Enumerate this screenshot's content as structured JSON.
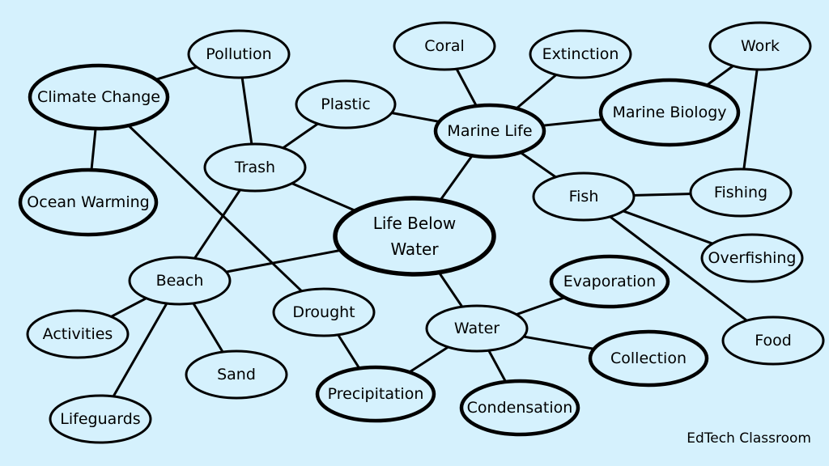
{
  "colors": {
    "background": "#d5f1fd",
    "stroke": "#000000"
  },
  "central_topic": "Life Below Water",
  "nodes": [
    {
      "id": "life-below-water",
      "label": "Life Below Water",
      "lines": [
        "Life Below",
        "Water"
      ],
      "emphasis": "center"
    },
    {
      "id": "climate-change",
      "label": "Climate Change",
      "emphasis": "bold"
    },
    {
      "id": "pollution",
      "label": "Pollution",
      "emphasis": "normal"
    },
    {
      "id": "ocean-warming",
      "label": "Ocean Warming",
      "emphasis": "bold"
    },
    {
      "id": "trash",
      "label": "Trash",
      "emphasis": "normal"
    },
    {
      "id": "plastic",
      "label": "Plastic",
      "emphasis": "normal"
    },
    {
      "id": "coral",
      "label": "Coral",
      "emphasis": "normal"
    },
    {
      "id": "extinction",
      "label": "Extinction",
      "emphasis": "normal"
    },
    {
      "id": "marine-life",
      "label": "Marine Life",
      "emphasis": "bold"
    },
    {
      "id": "work",
      "label": "Work",
      "emphasis": "normal"
    },
    {
      "id": "marine-biology",
      "label": "Marine Biology",
      "emphasis": "bold"
    },
    {
      "id": "fish",
      "label": "Fish",
      "emphasis": "normal"
    },
    {
      "id": "fishing",
      "label": "Fishing",
      "emphasis": "normal"
    },
    {
      "id": "overfishing",
      "label": "Overfishing",
      "emphasis": "normal"
    },
    {
      "id": "food",
      "label": "Food",
      "emphasis": "normal"
    },
    {
      "id": "beach",
      "label": "Beach",
      "emphasis": "normal"
    },
    {
      "id": "activities",
      "label": "Activities",
      "emphasis": "normal"
    },
    {
      "id": "sand",
      "label": "Sand",
      "emphasis": "normal"
    },
    {
      "id": "lifeguards",
      "label": "Lifeguards",
      "emphasis": "normal"
    },
    {
      "id": "drought",
      "label": "Drought",
      "emphasis": "normal"
    },
    {
      "id": "water",
      "label": "Water",
      "emphasis": "normal"
    },
    {
      "id": "evaporation",
      "label": "Evaporation",
      "emphasis": "bold"
    },
    {
      "id": "collection",
      "label": "Collection",
      "emphasis": "bold"
    },
    {
      "id": "condensation",
      "label": "Condensation",
      "emphasis": "bold"
    },
    {
      "id": "precipitation",
      "label": "Precipitation",
      "emphasis": "bold"
    }
  ],
  "edges": [
    [
      "climate-change",
      "pollution"
    ],
    [
      "climate-change",
      "ocean-warming"
    ],
    [
      "climate-change",
      "drought"
    ],
    [
      "pollution",
      "trash"
    ],
    [
      "trash",
      "plastic"
    ],
    [
      "trash",
      "life-below-water"
    ],
    [
      "trash",
      "beach"
    ],
    [
      "plastic",
      "marine-life"
    ],
    [
      "coral",
      "marine-life"
    ],
    [
      "extinction",
      "marine-life"
    ],
    [
      "marine-life",
      "marine-biology"
    ],
    [
      "marine-life",
      "fish"
    ],
    [
      "marine-life",
      "life-below-water"
    ],
    [
      "work",
      "marine-biology"
    ],
    [
      "work",
      "fishing"
    ],
    [
      "fish",
      "fishing"
    ],
    [
      "fish",
      "overfishing"
    ],
    [
      "fish",
      "food"
    ],
    [
      "life-below-water",
      "beach"
    ],
    [
      "life-below-water",
      "water"
    ],
    [
      "beach",
      "activities"
    ],
    [
      "beach",
      "sand"
    ],
    [
      "beach",
      "lifeguards"
    ],
    [
      "drought",
      "precipitation"
    ],
    [
      "water",
      "precipitation"
    ],
    [
      "water",
      "evaporation"
    ],
    [
      "water",
      "collection"
    ],
    [
      "water",
      "condensation"
    ]
  ],
  "footer": {
    "credit": "EdTech Classroom"
  }
}
